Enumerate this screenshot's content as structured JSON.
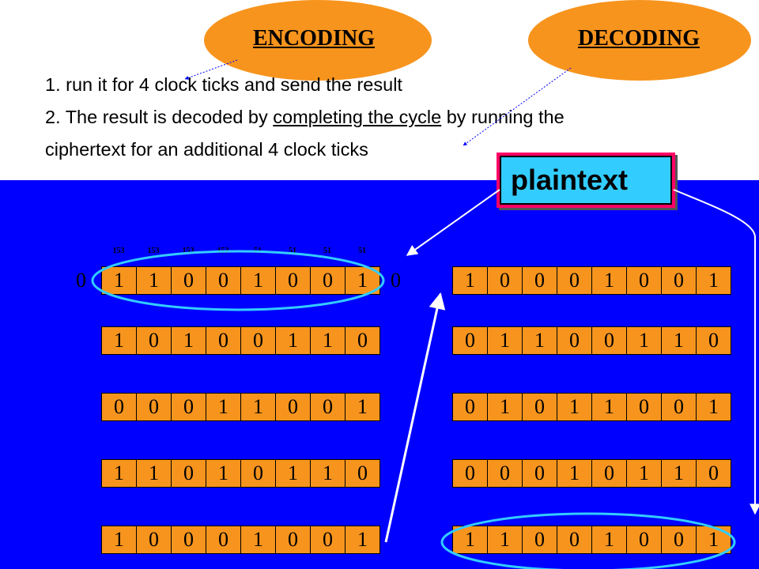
{
  "ovals": {
    "encoding": "ENCODING",
    "decoding": "DECODING"
  },
  "text": {
    "line1": "1. run it for 4 clock ticks and send the result",
    "line2_prefix": "2. The result is decoded by ",
    "line2_underlined": "completing the cycle",
    "line2_suffix": " by running the",
    "line3": "ciphertext for an additional 4 clock ticks"
  },
  "plaintext_label": "plaintext",
  "side_zero_left": "0",
  "side_zero_right": "0",
  "small_numbers": [
    "153",
    "153",
    "153",
    "153",
    "51",
    "51",
    "51",
    "51"
  ],
  "left_rows": [
    [
      "1",
      "1",
      "0",
      "0",
      "1",
      "0",
      "0",
      "1"
    ],
    [
      "1",
      "0",
      "1",
      "0",
      "0",
      "1",
      "1",
      "0"
    ],
    [
      "0",
      "0",
      "0",
      "1",
      "1",
      "0",
      "0",
      "1"
    ],
    [
      "1",
      "1",
      "0",
      "1",
      "0",
      "1",
      "1",
      "0"
    ],
    [
      "1",
      "0",
      "0",
      "0",
      "1",
      "0",
      "0",
      "1"
    ]
  ],
  "right_rows": [
    [
      "1",
      "0",
      "0",
      "0",
      "1",
      "0",
      "0",
      "1"
    ],
    [
      "0",
      "1",
      "1",
      "0",
      "0",
      "1",
      "1",
      "0"
    ],
    [
      "0",
      "1",
      "0",
      "1",
      "1",
      "0",
      "0",
      "1"
    ],
    [
      "0",
      "0",
      "0",
      "1",
      "0",
      "1",
      "1",
      "0"
    ],
    [
      "1",
      "1",
      "0",
      "0",
      "1",
      "0",
      "0",
      "1"
    ]
  ],
  "colors": {
    "panel": "#0000ff",
    "cell": "#f7941d",
    "oval": "#f7941d",
    "plaintext_border": "#ff0066",
    "plaintext_fill": "#33ccff",
    "highlight": "#33ccff"
  }
}
